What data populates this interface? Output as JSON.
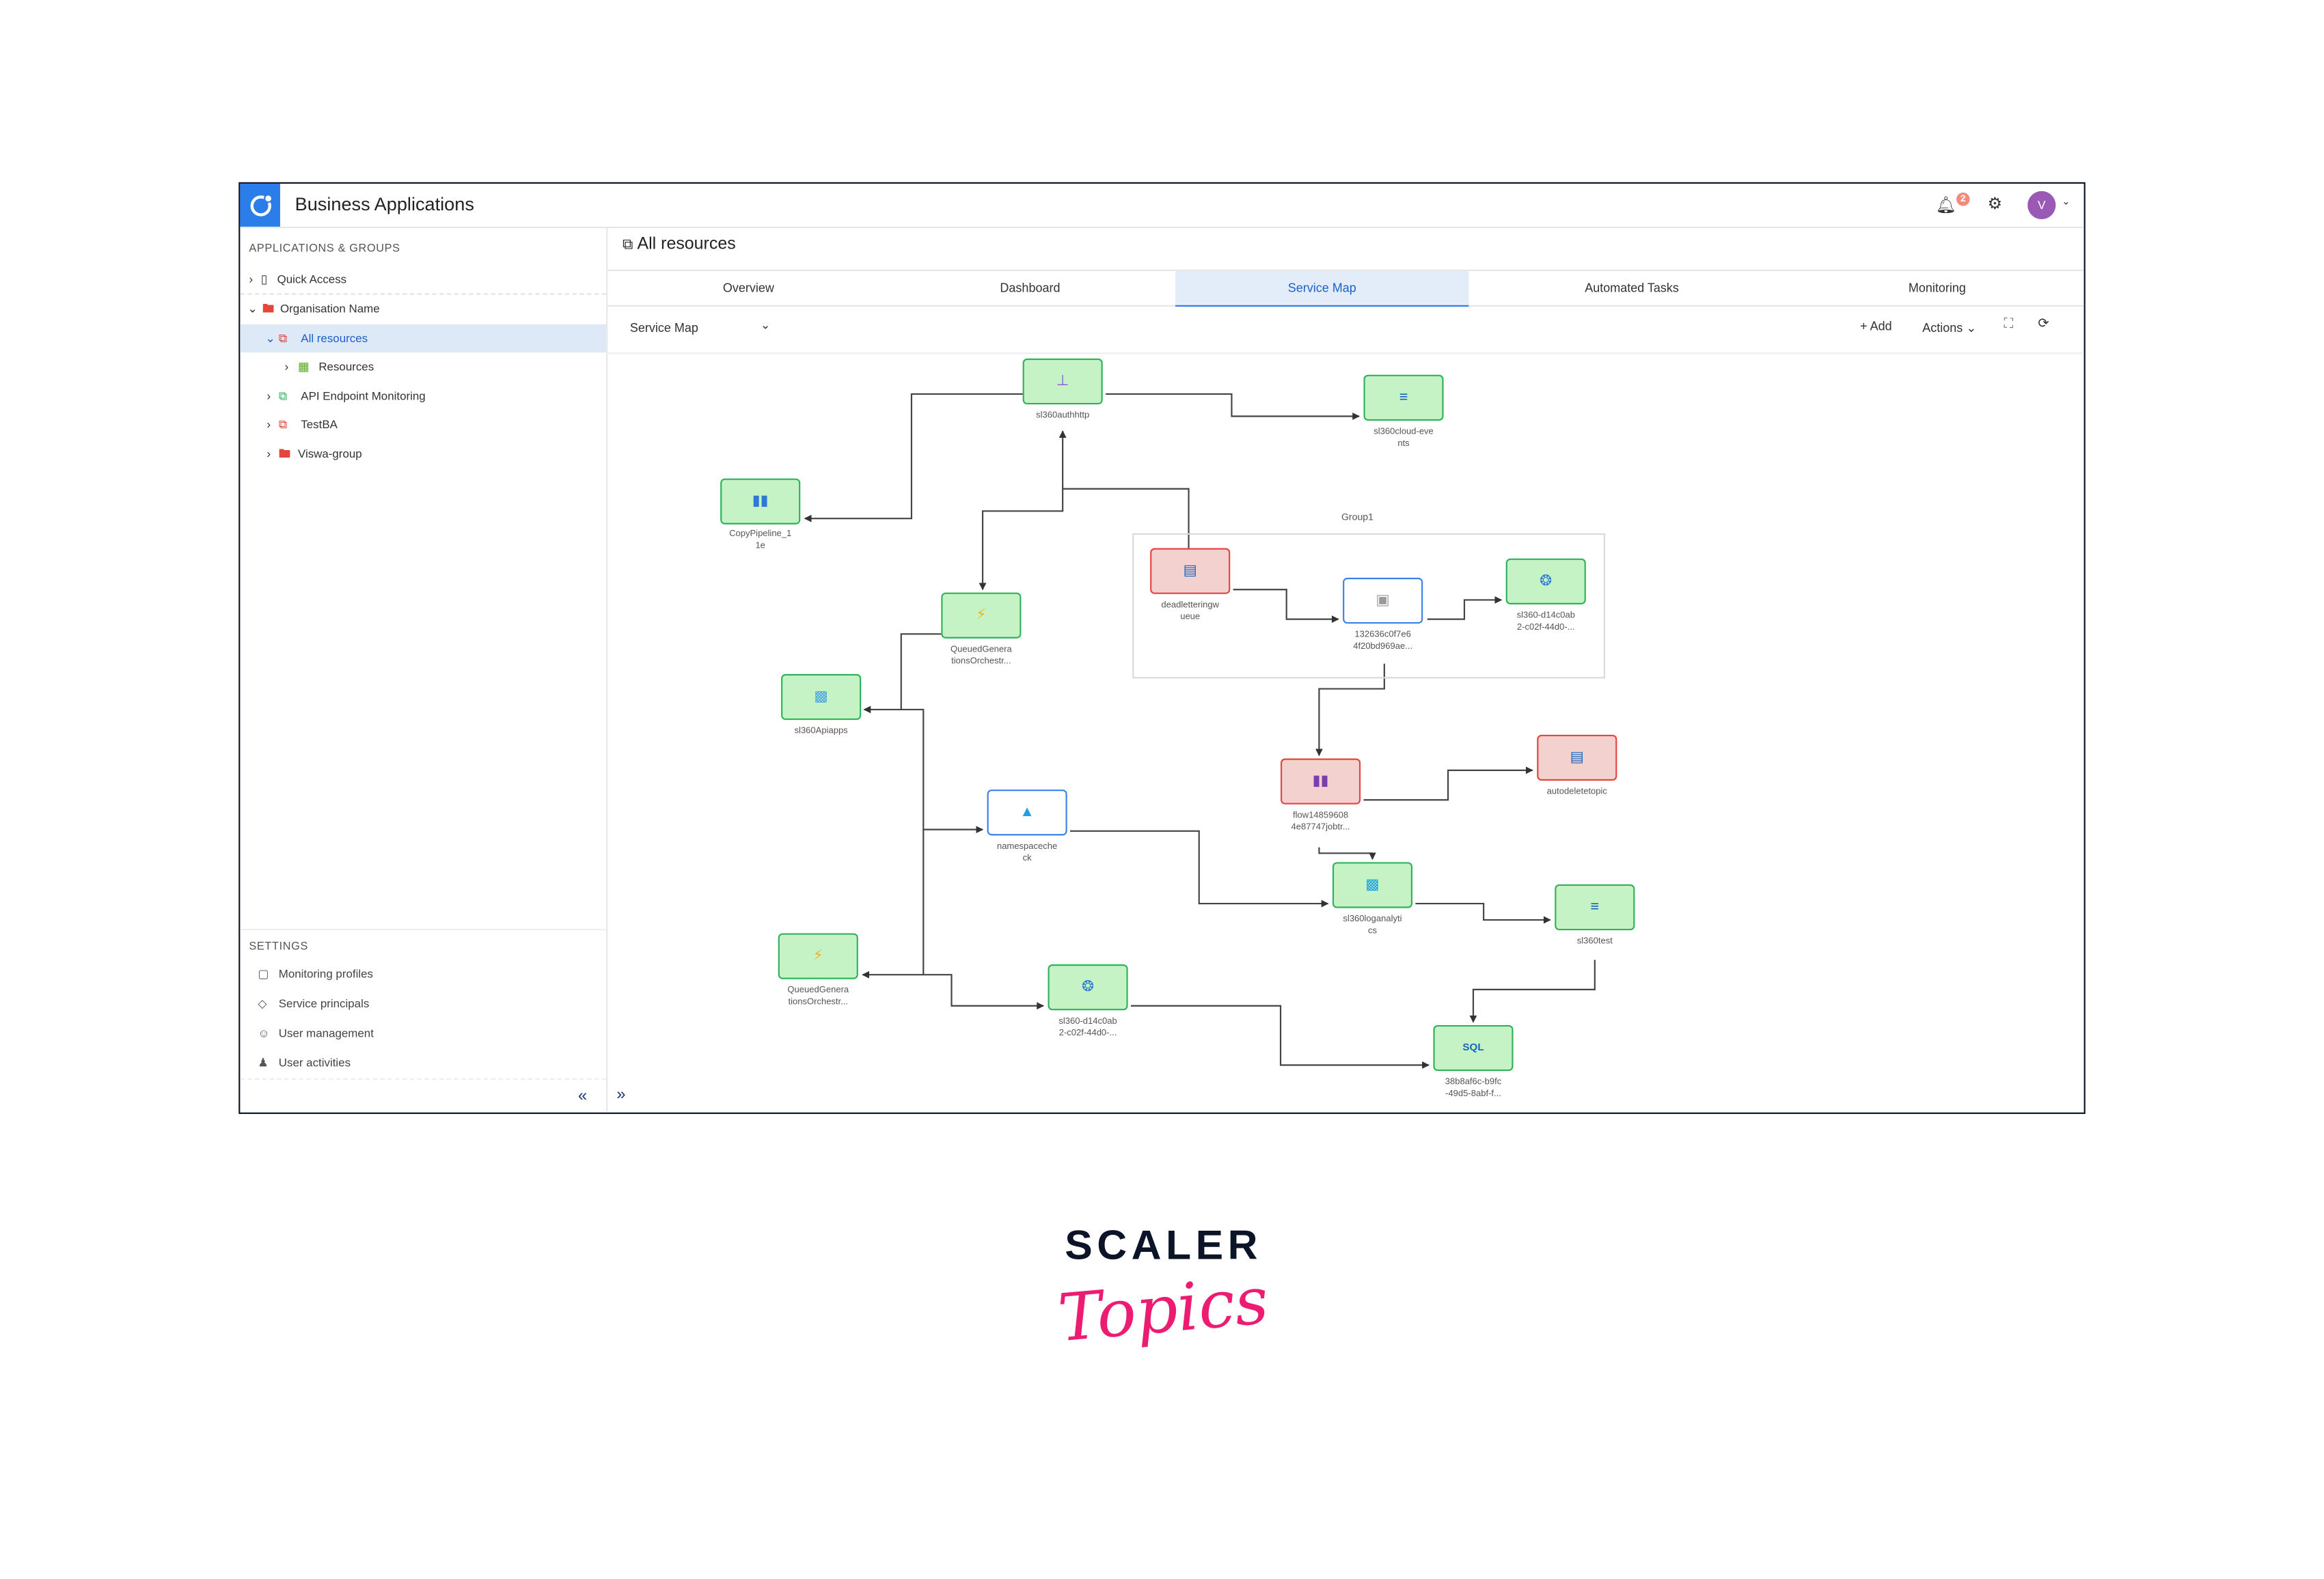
{
  "header": {
    "app_title": "Business Applications",
    "notification_count": "2",
    "avatar_initial": "V"
  },
  "sidebar": {
    "section_title": "APPLICATIONS & GROUPS",
    "items": [
      {
        "label": "Quick Access"
      },
      {
        "label": "Organisation Name"
      },
      {
        "label": "All resources"
      },
      {
        "label": "Resources"
      },
      {
        "label": "API Endpoint Monitoring"
      },
      {
        "label": "TestBA"
      },
      {
        "label": "Viswa-group"
      }
    ],
    "settings_title": "SETTINGS",
    "settings": [
      {
        "label": "Monitoring profiles"
      },
      {
        "label": "Service principals"
      },
      {
        "label": "User management"
      },
      {
        "label": "User activities"
      }
    ]
  },
  "main": {
    "page_title": "All resources",
    "tabs": [
      {
        "label": "Overview"
      },
      {
        "label": "Dashboard"
      },
      {
        "label": "Service Map"
      },
      {
        "label": "Automated Tasks"
      },
      {
        "label": "Monitoring"
      }
    ],
    "active_tab": "Service Map",
    "view_select": "Service Map",
    "add_label": "+ Add",
    "actions_label": "Actions"
  },
  "map": {
    "group_label": "Group1",
    "nodes": [
      {
        "lines": [
          "sl360authhttp"
        ],
        "status": "healthy"
      },
      {
        "lines": [
          "sl360cloud-eve",
          "nts"
        ],
        "status": "healthy"
      },
      {
        "lines": [
          "CopyPipeline_1",
          "1e"
        ],
        "status": "healthy"
      },
      {
        "lines": [
          "deadletteringw",
          "ueue"
        ],
        "status": "critical"
      },
      {
        "lines": [
          "132636c0f7e6",
          "4f20bd969ae..."
        ],
        "status": "unknown"
      },
      {
        "lines": [
          "sl360-d14c0ab",
          "2-c02f-44d0-..."
        ],
        "status": "healthy"
      },
      {
        "lines": [
          "QueuedGenera",
          "tionsOrchestr..."
        ],
        "status": "healthy"
      },
      {
        "lines": [
          "sl360Apiapps"
        ],
        "status": "healthy"
      },
      {
        "lines": [
          "namespaceche",
          "ck"
        ],
        "status": "unknown"
      },
      {
        "lines": [
          "flow14859608",
          "4e87747jobtr..."
        ],
        "status": "critical"
      },
      {
        "lines": [
          "autodeletetopic"
        ],
        "status": "critical"
      },
      {
        "lines": [
          "sl360loganalyti",
          "cs"
        ],
        "status": "healthy"
      },
      {
        "lines": [
          "sl360test"
        ],
        "status": "healthy"
      },
      {
        "lines": [
          "QueuedGenera",
          "tionsOrchestr..."
        ],
        "status": "healthy"
      },
      {
        "lines": [
          "sl360-d14c0ab",
          "2-c02f-44d0-..."
        ],
        "status": "healthy"
      },
      {
        "lines": [
          "38b8af6c-b9fc",
          "-49d5-8abf-f..."
        ],
        "status": "healthy"
      }
    ],
    "colors": {
      "healthy": "#2fb35a",
      "critical": "#e2463c",
      "unknown": "#3a82ea"
    }
  },
  "branding": {
    "line1": "SCALER",
    "line2": "Topics"
  }
}
